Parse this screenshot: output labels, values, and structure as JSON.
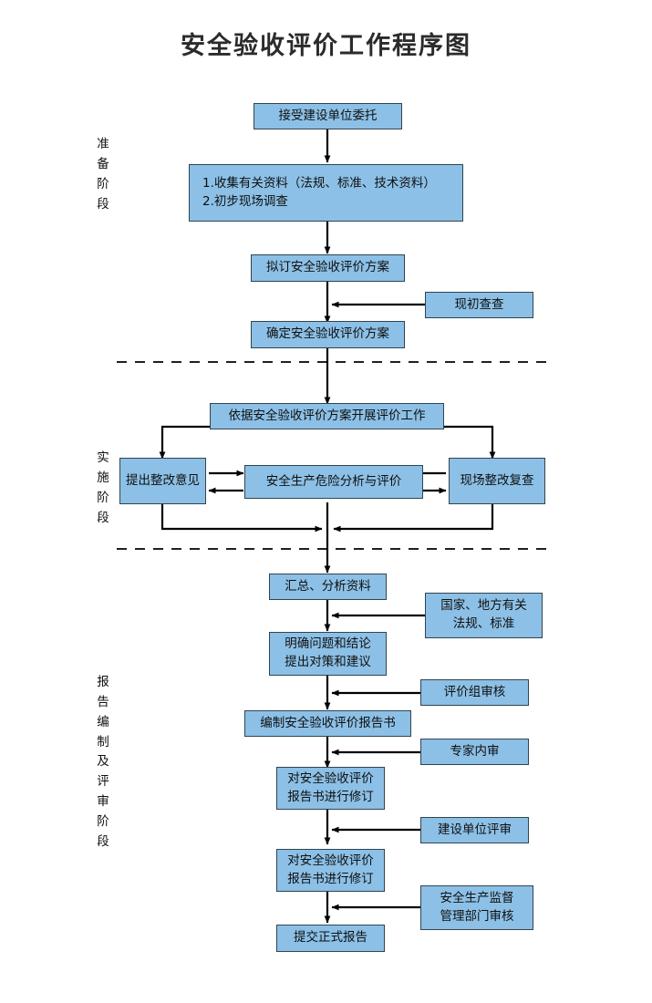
{
  "title": "安全验收评价工作程序图",
  "colors": {
    "box_fill": "#8CC0E6",
    "box_border": "#31444f",
    "line": "#000000",
    "text": "#101010",
    "background": "#ffffff"
  },
  "phases": [
    {
      "id": "preparation",
      "label_chars": [
        "准",
        "备",
        "阶",
        "段"
      ],
      "label": "准备阶段"
    },
    {
      "id": "implementation",
      "label_chars": [
        "实",
        "施",
        "阶",
        "段"
      ],
      "label": "实施阶段"
    },
    {
      "id": "reporting",
      "label_chars": [
        "报",
        "告",
        "编",
        "制",
        "及",
        "评",
        "审",
        "阶",
        "段"
      ],
      "label": "报告编制及评审阶段"
    }
  ],
  "nodes": {
    "accept_commission": {
      "lines": [
        "接受建设单位委托"
      ]
    },
    "collect_data": {
      "lines": [
        "1.收集有关资料（法规、标准、技术资料）",
        "2.初步现场调查"
      ]
    },
    "draft_plan": {
      "lines": [
        "拟订安全验收评价方案"
      ]
    },
    "site_first_check": {
      "lines": [
        "现初查查"
      ]
    },
    "confirm_plan": {
      "lines": [
        "确定安全验收评价方案"
      ]
    },
    "carry_out_evaluation": {
      "lines": [
        "依据安全验收评价方案开展评价工作"
      ]
    },
    "propose_rectification": {
      "lines": [
        "提出整改意见"
      ]
    },
    "hazard_analysis": {
      "lines": [
        "安全生产危险分析与评价"
      ]
    },
    "site_recheck": {
      "lines": [
        "现场整改复查"
      ]
    },
    "summarize_data": {
      "lines": [
        "汇总、分析资料"
      ]
    },
    "laws_standards": {
      "lines": [
        "国家、地方有关",
        "法规、标准"
      ]
    },
    "clarify_problems": {
      "lines": [
        "明确问题和结论",
        "提出对策和建议"
      ]
    },
    "review_group": {
      "lines": [
        "评价组审核"
      ]
    },
    "compile_report": {
      "lines": [
        "编制安全验收评价报告书"
      ]
    },
    "expert_review": {
      "lines": [
        "专家内审"
      ]
    },
    "revise_report_1": {
      "lines": [
        "对安全验收评价",
        "报告书进行修订"
      ]
    },
    "owner_review": {
      "lines": [
        "建设单位评审"
      ]
    },
    "revise_report_2": {
      "lines": [
        "对安全验收评价",
        "报告书进行修订"
      ]
    },
    "supervision_review": {
      "lines": [
        "安全生产监督",
        "管理部门审核"
      ]
    },
    "submit_report": {
      "lines": [
        "提交正式报告"
      ]
    }
  }
}
